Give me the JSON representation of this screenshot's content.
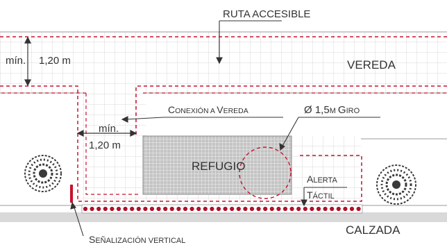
{
  "labels": {
    "ruta_accesible": "RUTA ACCESIBLE",
    "vereda": "VEREDA",
    "min_top_a": "mín.",
    "min_top_b": "1,20 m",
    "conexion_big_c": "C",
    "conexion_rest": "ONEXIÓN A ",
    "conexion_big_v": "V",
    "conexion_rest2": "EREDA",
    "giro_a": "Ø 1,5",
    "giro_b": "M ",
    "giro_c": "G",
    "giro_d": "IRO",
    "min_left_a": "mín.",
    "min_left_b": "1,20 m",
    "refugio": "REFUGIO",
    "alerta_a": "A",
    "alerta_b": "LERTA",
    "tactil_a": "T",
    "tactil_b": "ÁCTIL",
    "calzada": "CALZADA",
    "senal_a": "S",
    "senal_b": "EÑALIZACIÓN VERTICAL"
  },
  "colors": {
    "dashed_red": "#c8102e",
    "tactile_dot": "#b0102a",
    "grid_line": "#d6d6d6",
    "refugio_fill": "#bcbcbc",
    "road_band": "#d9d9d9",
    "tree_dark": "#3a3a3a",
    "text": "#333333"
  }
}
